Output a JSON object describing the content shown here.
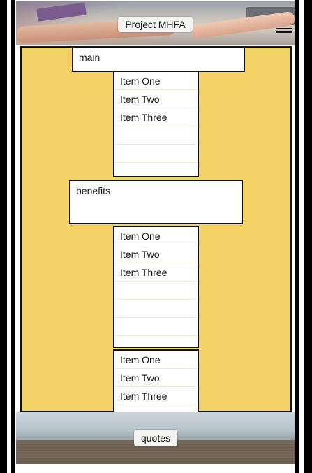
{
  "header": {
    "title": "Project MHFA",
    "menu_icon": "hamburger-icon"
  },
  "sections": [
    {
      "name": "main",
      "items": [
        "Item One",
        "Item Two",
        "Item Three",
        "",
        "",
        ""
      ]
    },
    {
      "name": "benefits",
      "items": [
        "Item One",
        "Item Two",
        "Item Three",
        "",
        "",
        "",
        ""
      ]
    }
  ],
  "third_list": {
    "items": [
      "Item One",
      "Item Two",
      "Item Three"
    ]
  },
  "footer": {
    "label": "quotes"
  },
  "colors": {
    "content_bg": "#f5d265",
    "border": "#111111"
  }
}
